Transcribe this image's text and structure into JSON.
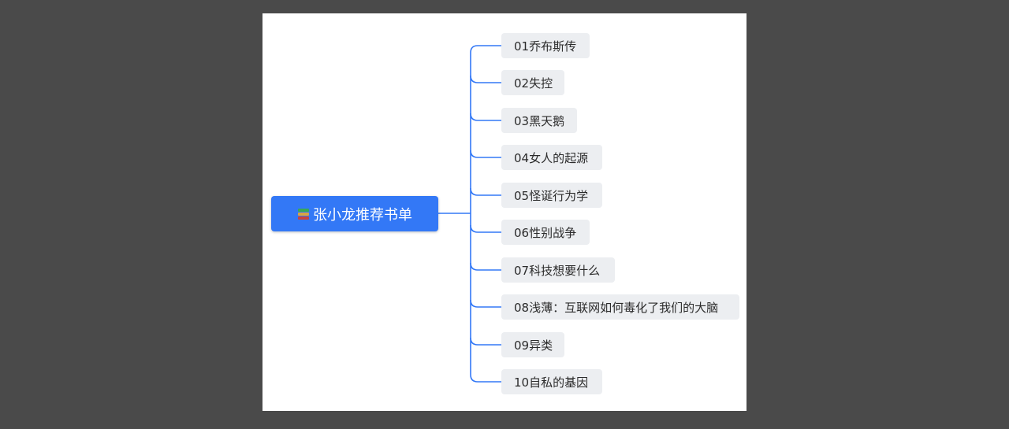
{
  "root": {
    "label": "张小龙推荐书单",
    "icon": "books-icon"
  },
  "books": [
    "01乔布斯传",
    "02失控",
    "03黑天鹅",
    "04女人的起源",
    "05怪诞行为学",
    "06性别战争",
    "07科技想要什么",
    "08浅薄：互联网如何毒化了我们的大脑",
    "09异类",
    "10自私的基因"
  ],
  "colors": {
    "background": "#4a4a4a",
    "canvas": "#ffffff",
    "root_fill": "#3378f6",
    "node_fill": "#eceef1",
    "connector": "#3378f6"
  }
}
